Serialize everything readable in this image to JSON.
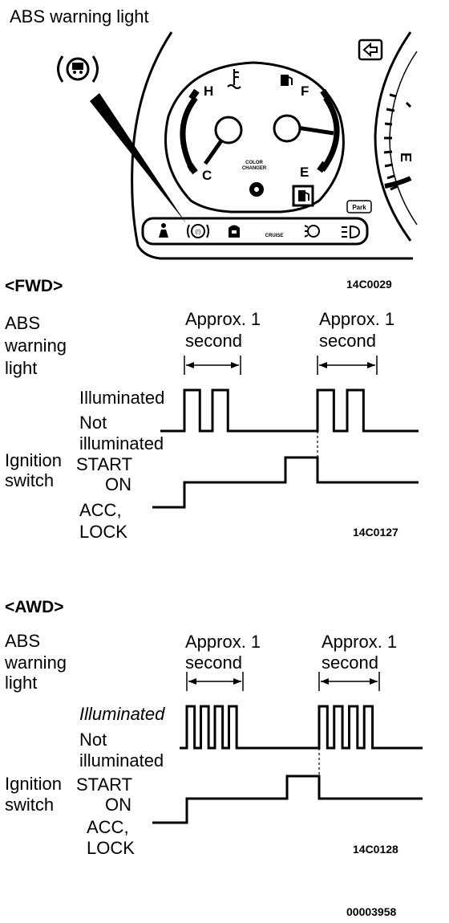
{
  "cluster": {
    "title": "ABS warning light",
    "gauge_letters": {
      "h": "H",
      "c": "C",
      "f": "F",
      "e": "E"
    },
    "color_change": [
      "COLOR",
      "CHANGER"
    ],
    "cruise": "CRUISE",
    "park": "Park",
    "figure_code": "14C0029",
    "icons": [
      "abs-warning-icon",
      "temperature-icon",
      "fuel-pump-icon",
      "arrow-left-icon",
      "seatbelt-icon",
      "door-icon",
      "brake-icon",
      "headlight-icon"
    ]
  },
  "fwd": {
    "heading": "<FWD>",
    "abs_label": [
      "ABS",
      "warning",
      "light"
    ],
    "illuminated": "Illuminated",
    "not_illuminated": [
      "Not",
      "illuminated"
    ],
    "ignition_label": [
      "Ignition",
      "switch"
    ],
    "start": "START",
    "on": "ON",
    "acc_lock": [
      "ACC,",
      "LOCK"
    ],
    "approx_1": [
      "Approx. 1",
      "second"
    ],
    "approx_2": [
      "Approx. 1",
      "second"
    ],
    "code": "14C0127",
    "pulses_per_window": 2
  },
  "awd": {
    "heading": "<AWD>",
    "abs_label": [
      "ABS",
      "warning",
      "light"
    ],
    "illuminated": "Illuminated",
    "not_illuminated": [
      "Not",
      "illuminated"
    ],
    "ignition_label": [
      "Ignition",
      "switch"
    ],
    "start": "START",
    "on": "ON",
    "acc_lock": [
      "ACC,",
      "LOCK"
    ],
    "approx_1": [
      "Approx. 1",
      "second"
    ],
    "approx_2": [
      "Approx. 1",
      "second"
    ],
    "code": "14C0128",
    "pulses_per_window": 4
  },
  "footer_code": "00003958"
}
